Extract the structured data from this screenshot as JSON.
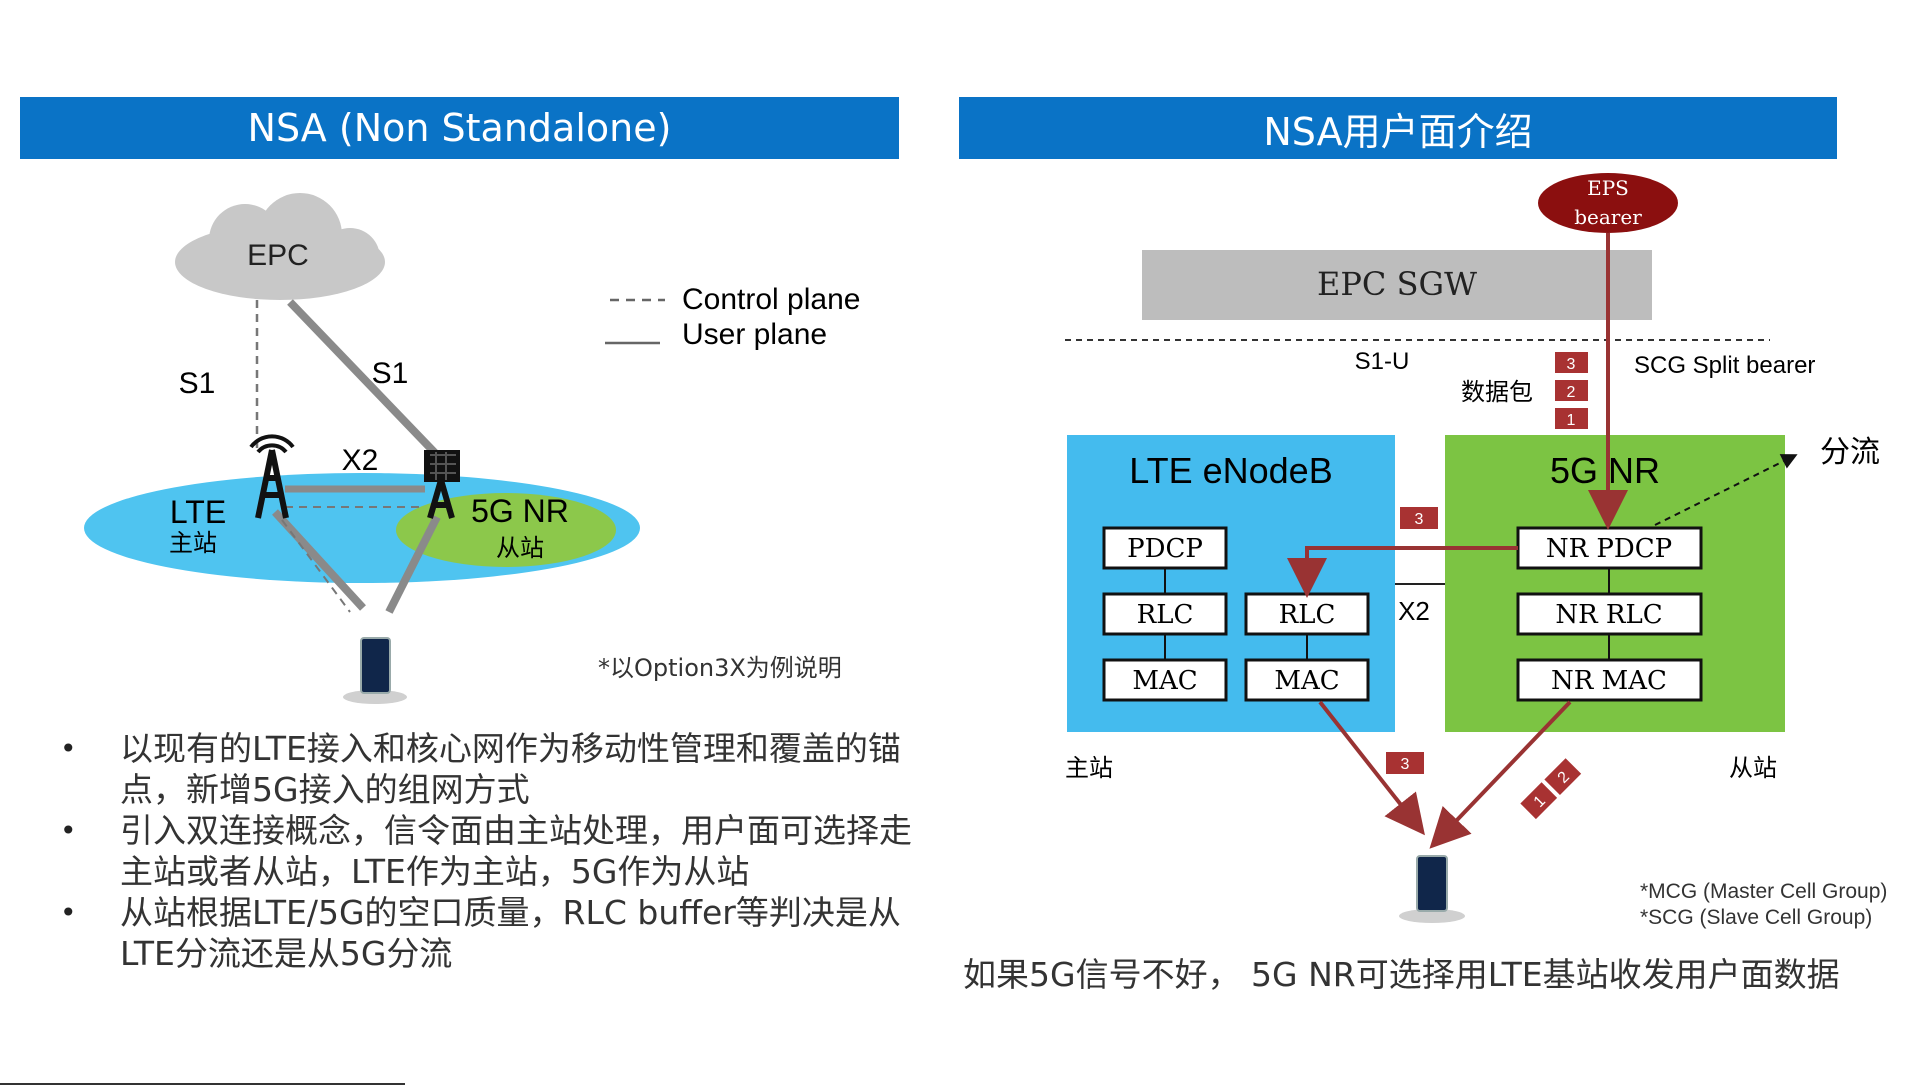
{
  "left_title": "NSA (Non Standalone)",
  "right_title": "NSA用户面介绍",
  "left": {
    "epc": "EPC",
    "s1_left": "S1",
    "s1_right": "S1",
    "x2": "X2",
    "lte": "LTE",
    "lte_sub": "主站",
    "nr": "5G NR",
    "nr_sub": "从站",
    "legend_control": "Control plane",
    "legend_user": "User plane",
    "option_note": "*以Option3X为例说明"
  },
  "bullets": [
    "以现有的LTE接入和核心网作为移动性管理和覆盖的锚点，新增5G接入的组网方式",
    "引入双连接概念，信令面由主站处理，用户面可选择走主站或者从站，LTE作为主站，5G作为从站",
    "从站根据LTE/5G的空口质量，RLC buffer等判决是从LTE分流还是从5G分流"
  ],
  "right": {
    "eps_line1": "EPS",
    "eps_line2": "bearer",
    "sgw": "EPC SGW",
    "s1u": "S1-U",
    "packet_label": "数据包",
    "scg": "SCG Split bearer",
    "split": "分流",
    "lte_enb": "LTE eNodeB",
    "nr_title": "5G NR",
    "pdcp": "PDCP",
    "rlc1": "RLC",
    "rlc2": "RLC",
    "mac1": "MAC",
    "mac2": "MAC",
    "nr_pdcp": "NR PDCP",
    "nr_rlc": "NR RLC",
    "nr_mac": "NR MAC",
    "x2": "X2",
    "master": "主站",
    "slave": "从站",
    "packets": [
      "3",
      "2",
      "1"
    ],
    "pkt_x2": "3",
    "pkt_lte": "3",
    "pkt_nr": [
      "1",
      "2"
    ],
    "mcg_note": "*MCG (Master Cell Group)",
    "scg_note": "*SCG (Slave Cell Group)"
  },
  "footer_note": "如果5G信号不好， 5G NR可选择用LTE基站收发用户面数据",
  "colors": {
    "banner": "#0a73c6",
    "lte_box": "#44bbee",
    "nr_box": "#7cc443",
    "arrow": "#993333",
    "packet": "#a83232",
    "eps_oval": "#8b0f0f",
    "sgw_box": "#bdbdbd",
    "lte_ellipse": "#4fc4f0",
    "nr_ellipse": "#8cc84b"
  }
}
